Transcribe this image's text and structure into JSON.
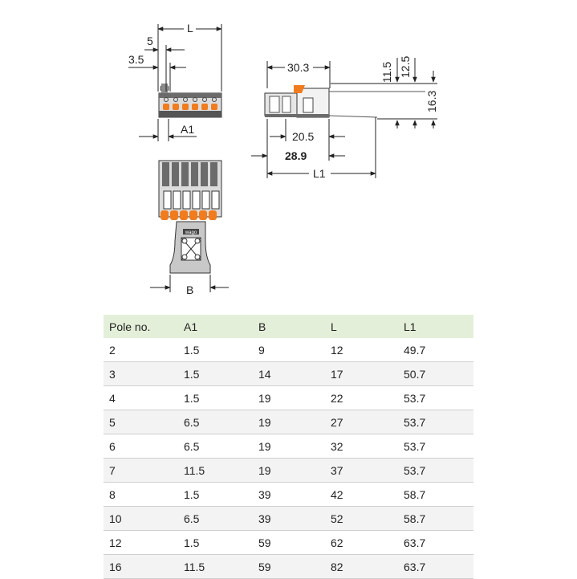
{
  "drawing": {
    "labels": {
      "L": "L",
      "five": "5",
      "three_five": "3.5",
      "A1": "A1",
      "thirty_three": "30.3",
      "eleven_five": "11.5",
      "twelve_five": "12.5",
      "sixteen_three": "16.3",
      "twenty_five": "20.5",
      "twenty_eight_nine": "28.9",
      "L1": "L1",
      "B": "B",
      "logo": "wago"
    },
    "colors": {
      "line": "#222222",
      "body_gray": "#5a5a5a",
      "body_light": "#d9d9d9",
      "orange": "#f07c1e"
    }
  },
  "table": {
    "headers": [
      "Pole no.",
      "A1",
      "B",
      "L",
      "L1"
    ],
    "rows": [
      [
        "2",
        "1.5",
        "9",
        "12",
        "49.7"
      ],
      [
        "3",
        "1.5",
        "14",
        "17",
        "50.7"
      ],
      [
        "4",
        "1.5",
        "19",
        "22",
        "53.7"
      ],
      [
        "5",
        "6.5",
        "19",
        "27",
        "53.7"
      ],
      [
        "6",
        "6.5",
        "19",
        "32",
        "53.7"
      ],
      [
        "7",
        "11.5",
        "19",
        "37",
        "53.7"
      ],
      [
        "8",
        "1.5",
        "39",
        "42",
        "58.7"
      ],
      [
        "10",
        "6.5",
        "39",
        "52",
        "58.7"
      ],
      [
        "12",
        "1.5",
        "59",
        "62",
        "63.7"
      ],
      [
        "16",
        "11.5",
        "59",
        "82",
        "63.7"
      ]
    ]
  }
}
